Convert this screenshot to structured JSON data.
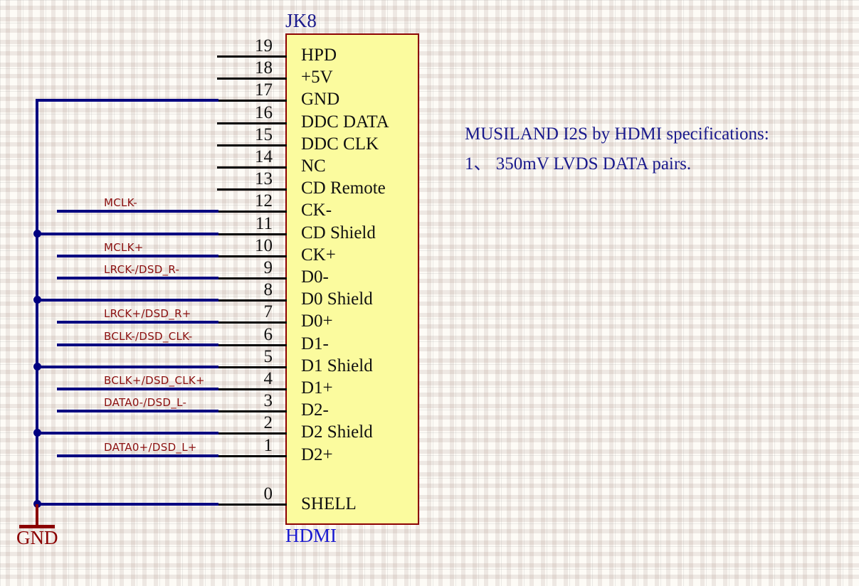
{
  "sheet": {
    "background_color": "#fdfbf6",
    "grid_color": "#8c8c8c"
  },
  "connector": {
    "reference": "JK8",
    "type_label": "HDMI",
    "fill_color": "#fbfb9e",
    "border_color": "#8b0000",
    "pins": [
      {
        "number": "19",
        "name": "HPD",
        "wired": false,
        "net": ""
      },
      {
        "number": "18",
        "name": "+5V",
        "wired": false,
        "net": ""
      },
      {
        "number": "17",
        "name": "GND",
        "wired": true,
        "net": ""
      },
      {
        "number": "16",
        "name": "DDC DATA",
        "wired": false,
        "net": ""
      },
      {
        "number": "15",
        "name": "DDC CLK",
        "wired": false,
        "net": ""
      },
      {
        "number": "14",
        "name": "NC",
        "wired": false,
        "net": ""
      },
      {
        "number": "13",
        "name": "CD Remote",
        "wired": false,
        "net": ""
      },
      {
        "number": "12",
        "name": "CK-",
        "wired": true,
        "net": "MCLK-"
      },
      {
        "number": "11",
        "name": "CD Shield",
        "wired": true,
        "net": ""
      },
      {
        "number": "10",
        "name": "CK+",
        "wired": true,
        "net": "MCLK+"
      },
      {
        "number": "9",
        "name": "D0-",
        "wired": true,
        "net": "LRCK-/DSD_R-"
      },
      {
        "number": "8",
        "name": "D0 Shield",
        "wired": true,
        "net": ""
      },
      {
        "number": "7",
        "name": "D0+",
        "wired": true,
        "net": "LRCK+/DSD_R+"
      },
      {
        "number": "6",
        "name": "D1-",
        "wired": true,
        "net": "BCLK-/DSD_CLK-"
      },
      {
        "number": "5",
        "name": "D1 Shield",
        "wired": true,
        "net": ""
      },
      {
        "number": "4",
        "name": "D1+",
        "wired": true,
        "net": "BCLK+/DSD_CLK+"
      },
      {
        "number": "3",
        "name": "D2-",
        "wired": true,
        "net": "DATA0-/DSD_L-"
      },
      {
        "number": "2",
        "name": "D2 Shield",
        "wired": true,
        "net": ""
      },
      {
        "number": "1",
        "name": "D2+",
        "wired": true,
        "net": "DATA0+/DSD_L+"
      },
      {
        "number": "0",
        "name": "SHELL",
        "wired": true,
        "net": ""
      }
    ]
  },
  "power": {
    "gnd_label": "GND",
    "color": "#8b0000"
  },
  "wires": {
    "color": "#000080"
  },
  "notes": {
    "color": "#1a1a8c",
    "lines": [
      "MUSILAND I2S by HDMI specifications:",
      "1、 350mV LVDS DATA pairs."
    ]
  }
}
